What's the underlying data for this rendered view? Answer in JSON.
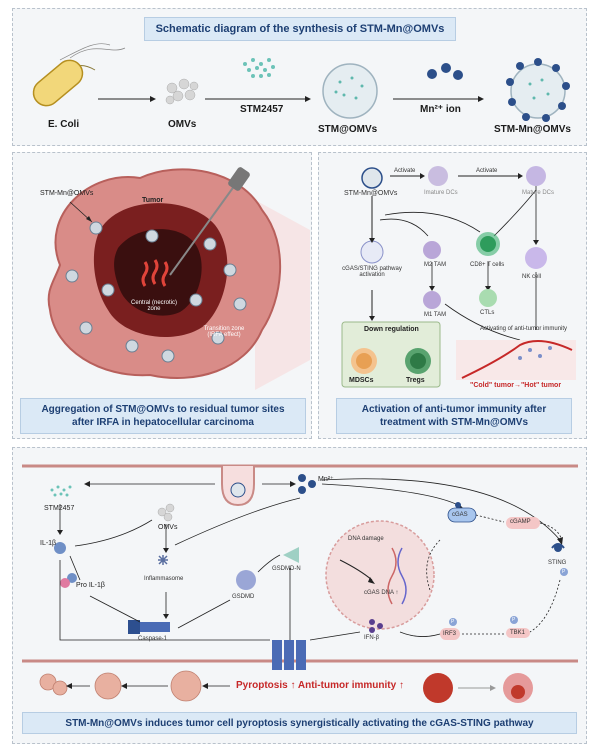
{
  "panel1": {
    "title": "Schematic diagram of the synthesis of STM-Mn@OMVs",
    "labels": {
      "ecoli": "E. Coli",
      "omvs": "OMVs",
      "stm2457": "STM2457",
      "stm_omvs": "STM@OMVs",
      "mn_ion": "Mn²⁺ ion",
      "stm_mn_omvs": "STM-Mn@OMVs"
    }
  },
  "panel2": {
    "title_line1": "Aggregation of STM@OMVs to residual tumor sites",
    "title_line2": "after IRFA in hepatocellular carcinoma",
    "labels": {
      "stm_mn_omvs": "STM-Mn@OMVs",
      "tumor": "Tumor",
      "central_1": "Central (necrotic)",
      "central_2": "zone",
      "transition_1": "Transition zone",
      "transition_2": "(IRFA effect)"
    }
  },
  "panel3": {
    "title_line1": "Activation of anti-tumor immunity after",
    "title_line2": "treatment with STM-Mn@OMVs",
    "labels": {
      "stm_mn_omvs": "STM-Mn@OMVs",
      "activate1": "Activate",
      "activate2": "Activate",
      "imature_dcs": "Imature DCs",
      "mature_dcs": "Mature DCs",
      "cgas_1": "cGAS/STING pathway",
      "cgas_2": "activation",
      "m2_tam": "M2 TAM",
      "m1_tam": "M1 TAM",
      "cd8": "CD8+ T cells",
      "ctls": "CTLs",
      "nk": "NK cell",
      "activating": "Activating of anti-tumor immunity",
      "down_regulation": "Down regulation",
      "mdscs": "MDSCs",
      "tregs": "Tregs",
      "cold_hot": "\"Cold\" tumor→\"Hot\" tumor"
    }
  },
  "panel4": {
    "title": "STM-Mn@OMVs induces tumor cell pyroptosis synergistically activating the cGAS-STING pathway",
    "labels": {
      "stm2457": "STM2457",
      "omvs": "OMVs",
      "mn": "Mn²⁺",
      "il1b": "IL-1β",
      "pro_il1b": "Pro IL-1β",
      "inflammasome": "Inflammasome",
      "caspase": "Caspase-1",
      "gsdmd": "GSDMD",
      "gsdmd_n": "GSDMD-N",
      "dna_damage": "DNA damage",
      "cgas_dna": "cGAS DNA ↑",
      "cgas": "cGAS",
      "cgamp": "cGAMP",
      "sting": "STING",
      "tbk1": "TBK1",
      "irf3": "IRF3",
      "ifn": "IFN-β",
      "p1": "P",
      "p2": "P",
      "p3": "P",
      "pyroptosis": "Pyroptosis ↑  Anti-tumor immunity ↑"
    }
  },
  "colors": {
    "title_bg": "#dbe9f6",
    "title_text": "#1d3f73",
    "mn_blue": "#2c4f8a",
    "tumor_pink": "#d98c88",
    "red_text": "#c62828"
  }
}
